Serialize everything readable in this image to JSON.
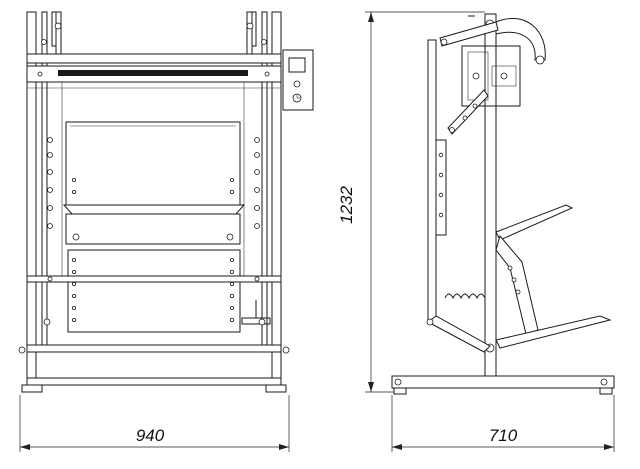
{
  "dimensions": {
    "front_width": "940",
    "side_height": "1232",
    "side_depth": "710"
  }
}
